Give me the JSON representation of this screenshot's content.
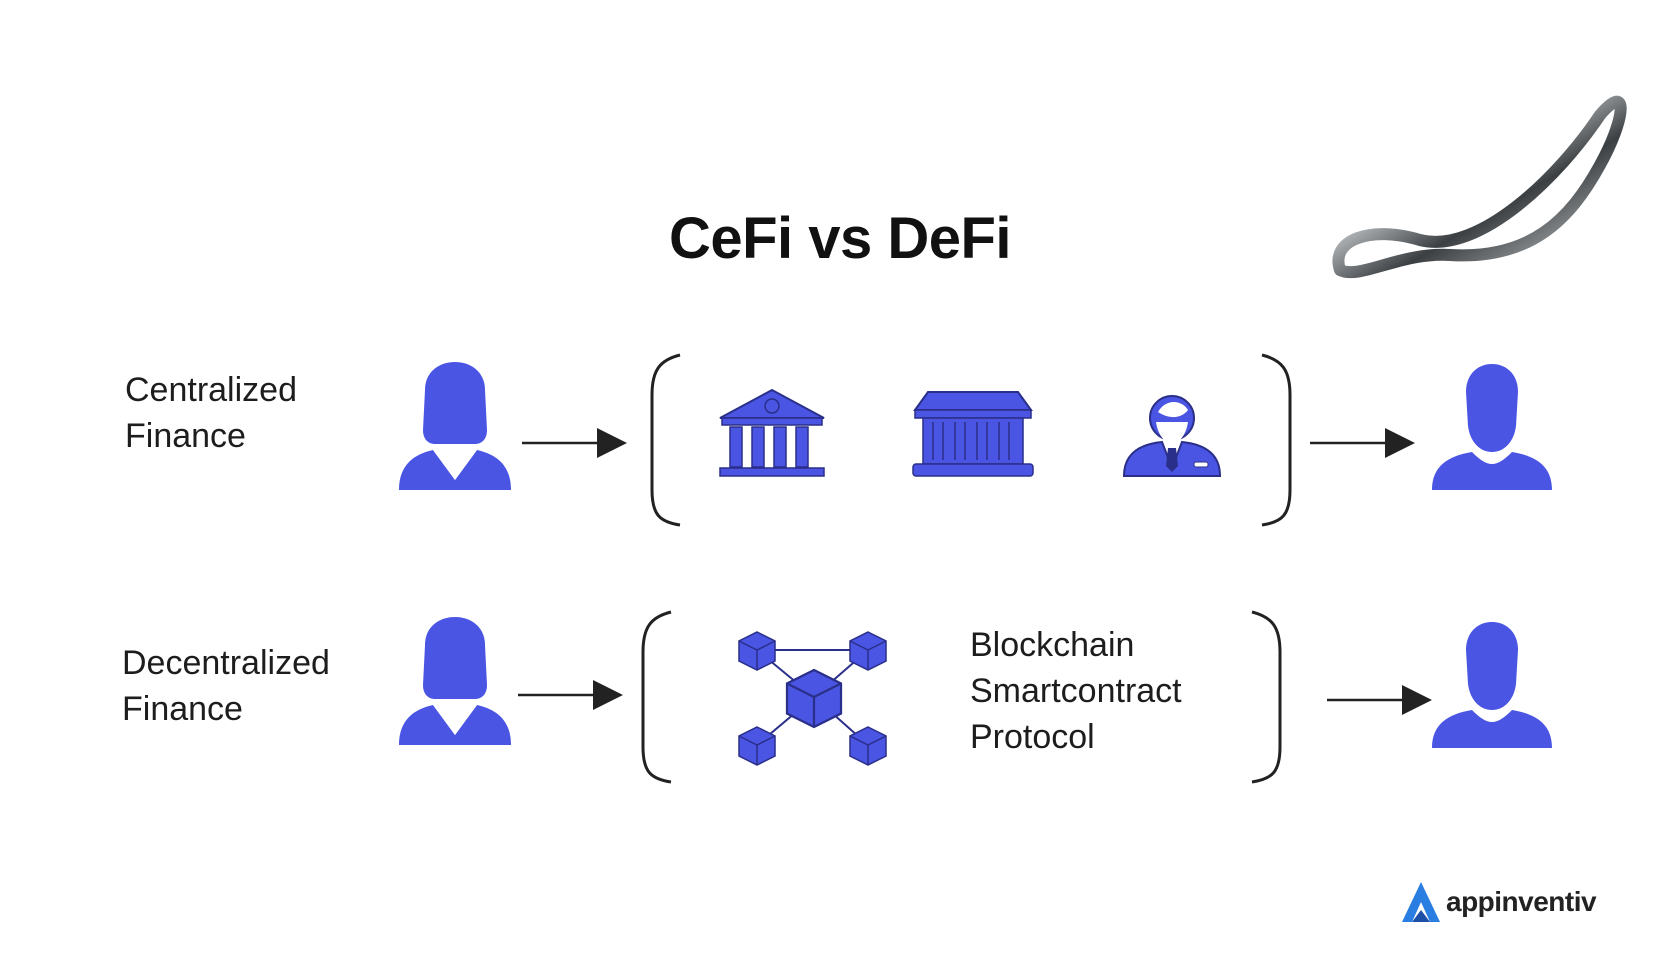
{
  "title": "CeFi vs DeFi",
  "rows": [
    {
      "label_lines": [
        "Centralized",
        "Finance"
      ]
    },
    {
      "label_lines": [
        "Decentralized",
        "Finance"
      ]
    }
  ],
  "decentralized_layer": {
    "lines": [
      "Blockchain",
      "Smartcontract",
      "Protocol"
    ]
  },
  "brand": {
    "name": "appinventiv"
  },
  "colors": {
    "icon": "#4a55e3",
    "text": "#1d1d1d",
    "brand_accent": "#2a7de1"
  },
  "icons": [
    "user-female-icon",
    "arrow-right-icon",
    "bank-icon",
    "temple-icon",
    "banker-icon",
    "user-icon",
    "blockchain-icon"
  ]
}
